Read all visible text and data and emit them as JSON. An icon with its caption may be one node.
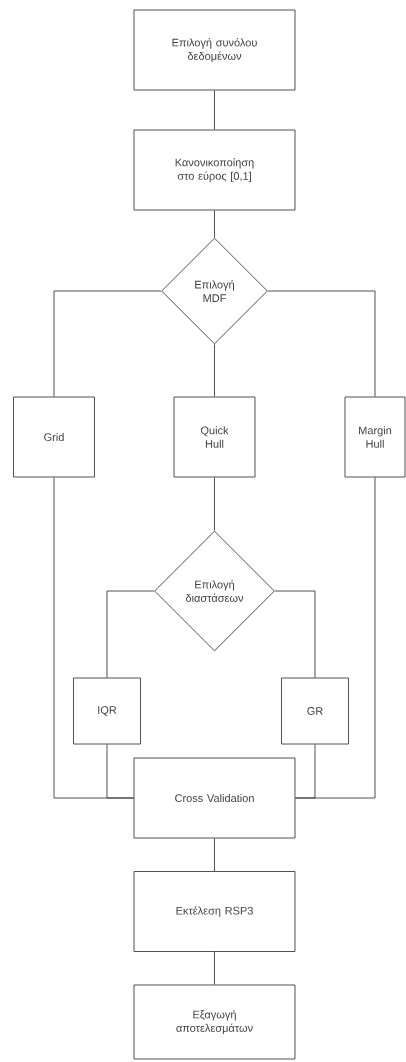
{
  "diagram": {
    "nodes": [
      {
        "text": [
          "Επιλογή συνόλου δεδομένων"
        ]
      },
      {
        "text": [
          "Κανονικοποίηση στο εύρος [0,1]"
        ]
      },
      {
        "text": [
          "Επιλογή MDF"
        ]
      },
      {
        "text": [
          "Grid"
        ]
      },
      {
        "text": [
          "Quick Hull"
        ]
      },
      {
        "text": [
          "Margin Hull"
        ]
      },
      {
        "text": [
          "Επιλογή διαστάσεων"
        ]
      },
      {
        "text": [
          "IQR"
        ]
      },
      {
        "text": [
          "GR"
        ]
      },
      {
        "text": [
          "Cross Validation"
        ]
      },
      {
        "text": [
          "Εκτέλεση RSP3"
        ]
      },
      {
        "text": [
          "Εξαγωγή αποτελεσμάτων"
        ]
      }
    ],
    "edges": [
      {
        "from": 0,
        "to": 1,
        "arrow": "none"
      },
      {
        "from": 1,
        "to": 2,
        "arrow": "none"
      },
      {
        "from": 2,
        "to": 3,
        "arrow": "none"
      },
      {
        "from": 2,
        "to": 4,
        "arrow": "none"
      },
      {
        "from": 2,
        "to": 5,
        "arrow": "none"
      },
      {
        "from": 4,
        "to": 6,
        "arrow": "none"
      },
      {
        "from": 6,
        "to": 7,
        "arrow": "none"
      },
      {
        "from": 6,
        "to": 8,
        "arrow": "none"
      },
      {
        "from": 3,
        "to": 9,
        "arrow": "none"
      },
      {
        "from": 7,
        "to": 9,
        "arrow": "none"
      },
      {
        "from": 8,
        "to": 9,
        "arrow": "none"
      },
      {
        "from": 5,
        "to": 9,
        "arrow": "none"
      },
      {
        "from": 9,
        "to": 10,
        "arrow": "none"
      },
      {
        "from": 10,
        "to": 11,
        "arrow": "none"
      }
    ]
  }
}
